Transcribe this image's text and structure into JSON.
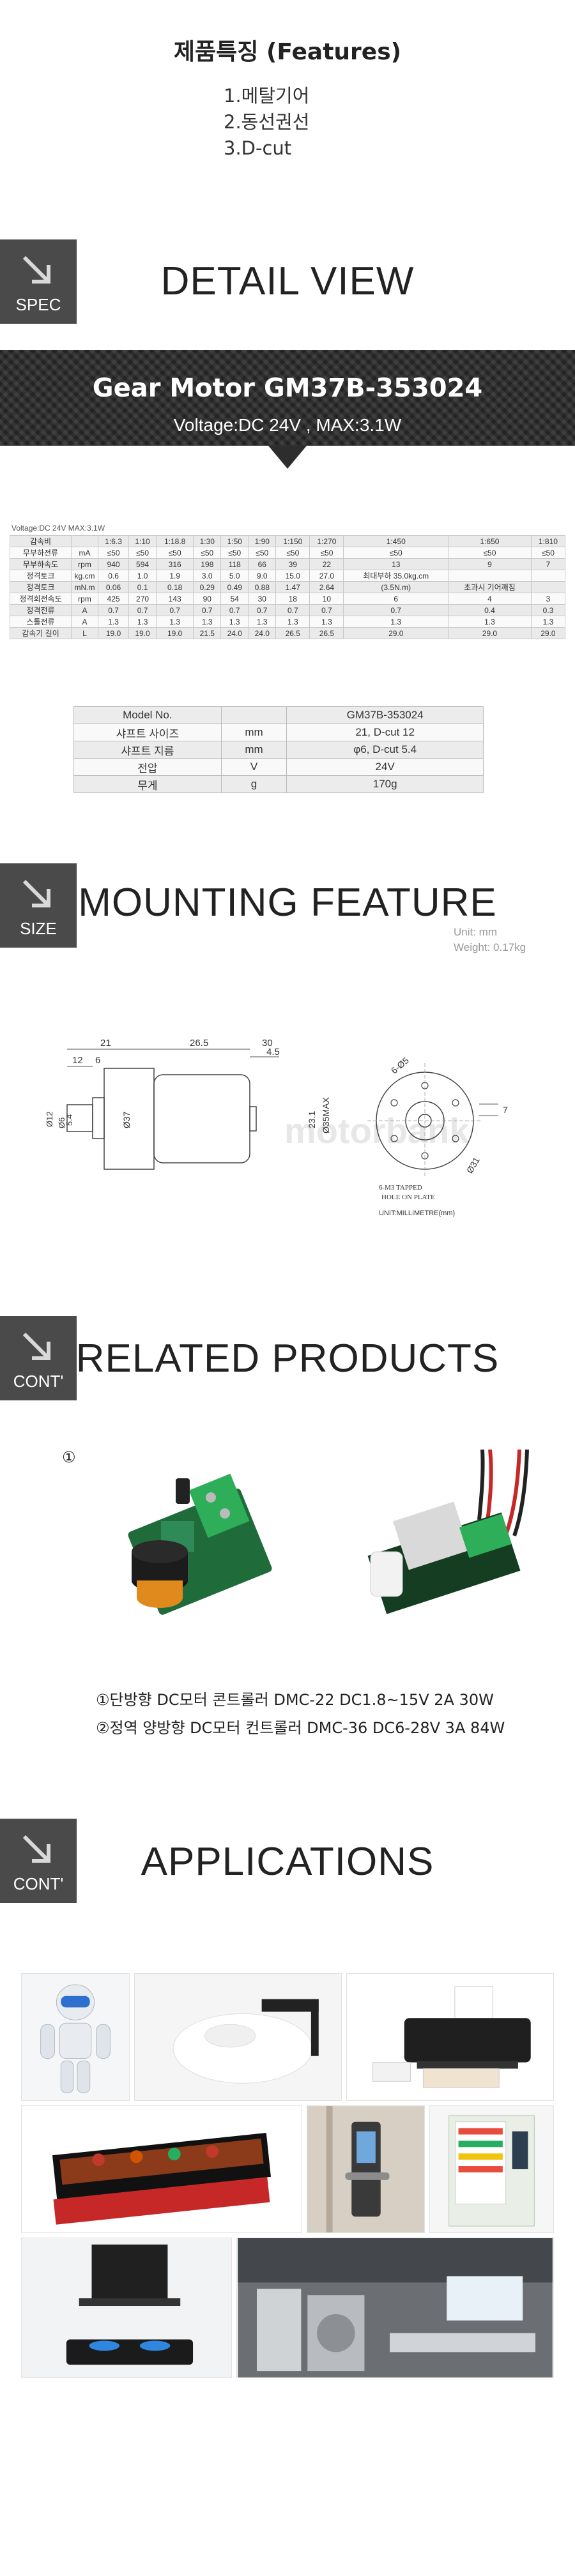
{
  "features": {
    "title": "제품특징 (Features)",
    "items": [
      "1.메탈기어",
      "2.동선권선",
      "3.D-cut"
    ]
  },
  "spec_section": {
    "tab_label": "SPEC",
    "title": "DETAIL VIEW",
    "banner_title": "Gear Motor GM37B-353024",
    "banner_sub": "Voltage:DC 24V  , MAX:3.1W",
    "voltage_note": "Voltage:DC 24V    MAX:3.1W",
    "table": {
      "header": [
        "감속비",
        "",
        "1:6.3",
        "1:10",
        "1:18.8",
        "1:30",
        "1:50",
        "1:90",
        "1:150",
        "1:270",
        "1:450",
        "1:650",
        "1:810"
      ],
      "rows": [
        [
          "무부하전류",
          "mA",
          "≤50",
          "≤50",
          "≤50",
          "≤50",
          "≤50",
          "≤50",
          "≤50",
          "≤50",
          "≤50",
          "≤50",
          "≤50"
        ],
        [
          "무부하속도",
          "rpm",
          "940",
          "594",
          "316",
          "198",
          "118",
          "66",
          "39",
          "22",
          "13",
          "9",
          "7"
        ],
        [
          "정격토크",
          "kg.cm",
          "0.6",
          "1.0",
          "1.9",
          "3.0",
          "5.0",
          "9.0",
          "15.0",
          "27.0",
          "최대부하 35.0kg.cm",
          "",
          ""
        ],
        [
          "정격토크",
          "mN.m",
          "0.06",
          "0.1",
          "0.18",
          "0.29",
          "0.49",
          "0.88",
          "1.47",
          "2.64",
          "(3.5N.m)",
          "초과시 기어깨짐",
          ""
        ],
        [
          "정격회전속도",
          "rpm",
          "425",
          "270",
          "143",
          "90",
          "54",
          "30",
          "18",
          "10",
          "6",
          "4",
          "3"
        ],
        [
          "정격전류",
          "A",
          "0.7",
          "0.7",
          "0.7",
          "0.7",
          "0.7",
          "0.7",
          "0.7",
          "0.7",
          "0.7",
          "0.4",
          "0.3"
        ],
        [
          "스톨전류",
          "A",
          "1.3",
          "1.3",
          "1.3",
          "1.3",
          "1.3",
          "1.3",
          "1.3",
          "1.3",
          "1.3",
          "1.3",
          "1.3"
        ],
        [
          "감속기 길이",
          "L",
          "19.0",
          "19.0",
          "19.0",
          "21.5",
          "24.0",
          "24.0",
          "26.5",
          "26.5",
          "29.0",
          "29.0",
          "29.0"
        ]
      ]
    },
    "model_table": [
      [
        "Model No.",
        "",
        "GM37B-353024"
      ],
      [
        "샤프트 사이즈",
        "mm",
        "21, D-cut 12"
      ],
      [
        "샤프트 지름",
        "mm",
        "φ6, D-cut 5.4"
      ],
      [
        "전압",
        "V",
        "24V"
      ],
      [
        "무게",
        "g",
        "170g"
      ]
    ]
  },
  "size_section": {
    "tab_label": "SIZE",
    "title": "MOUNTING FEATURE",
    "unit": "Unit: mm",
    "weight": "Weight: 0.17kg",
    "drawing": {
      "dims": [
        "21",
        "26.5",
        "30",
        "12",
        "6",
        "4.5",
        "Ø12",
        "Ø6",
        "5.4",
        "Ø37",
        "23.1",
        "Ø35MAX",
        "6-Ø5",
        "7",
        "Ø31"
      ],
      "note1": "6-M3 TAPPED",
      "note2": "HOLE ON PLATE",
      "note3": "UNIT:MILLIMETRE(mm)",
      "watermark": "motorbank"
    }
  },
  "related_section": {
    "tab_label": "CONT'",
    "title": "RELATED PRODUCTS",
    "marker": "①",
    "items": [
      "①단방향 DC모터 콘트롤러 DMC-22 DC1.8~15V 2A 30W",
      "②정역 양방향 DC모터 컨트롤러 DMC-36 DC6-28V 3A 84W"
    ]
  },
  "applications_section": {
    "tab_label": "CONT'",
    "title": "APPLICATIONS"
  },
  "colors": {
    "tab_bg": "#4a4a4a",
    "banner_bg": "#2d2d2d",
    "pcb_green": "#1f6b3a",
    "terminal_green": "#2fae5a"
  }
}
